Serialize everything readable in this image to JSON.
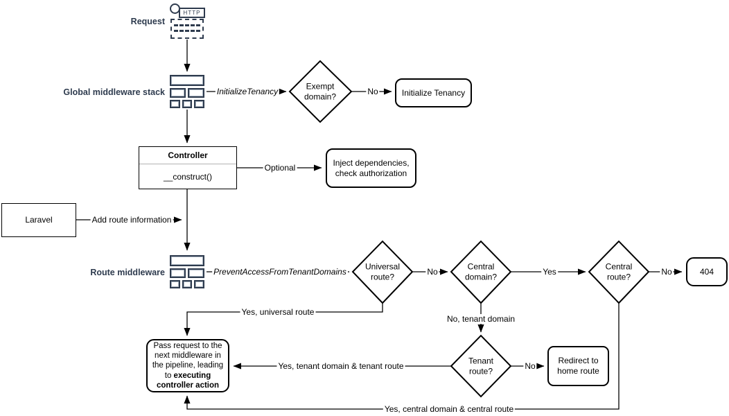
{
  "palette": {
    "navy": "#2e3b4e",
    "line": "#000000",
    "background": "#ffffff"
  },
  "lanes": {
    "request": "Request",
    "global_middleware": "Global middleware stack",
    "route_middleware": "Route middleware"
  },
  "icons": {
    "http_label": "HTTP"
  },
  "nodes": {
    "exempt_domain": "Exempt\ndomain?",
    "initialize_tenancy": "Initialize Tenancy",
    "controller": {
      "title": "Controller",
      "method": "__construct()"
    },
    "inject_dependencies": "Inject dependencies,\ncheck authorization",
    "laravel": "Laravel",
    "universal_route": "Universal\nroute?",
    "central_domain": "Central\ndomain?",
    "central_route": "Central\nroute?",
    "not_found": "404",
    "tenant_route": "Tenant\nroute?",
    "redirect_home": "Redirect to\nhome route",
    "pass_request": {
      "text": "Pass request to the next middleware in the pipeline, leading to ",
      "bold": "executing controller action"
    }
  },
  "edge_labels": {
    "initialize_tenancy_mw": "InitializeTenancy",
    "exempt_no": "No",
    "optional": "Optional",
    "add_route_information": "Add route information",
    "prevent_access": "PreventAccessFromTenantDomains",
    "universal_no": "No",
    "central_domain_yes": "Yes",
    "central_route_no": "No",
    "yes_universal_route": "Yes, universal route",
    "no_tenant_domain": "No, tenant domain",
    "tenant_route_no": "No",
    "yes_tenant_route": "Yes, tenant domain & tenant route",
    "yes_central_route": "Yes, central domain & central route"
  }
}
